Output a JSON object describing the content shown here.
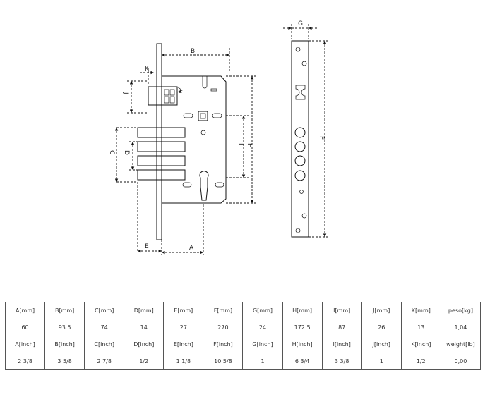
{
  "labels": {
    "A": "A",
    "B": "B",
    "C": "C",
    "D": "D",
    "E": "E",
    "F": "F",
    "G": "G",
    "H": "H",
    "I": "I",
    "J": "J",
    "K": "K"
  },
  "table": {
    "rows": [
      [
        "A[mm]",
        "B[mm]",
        "C[mm]",
        "D[mm]",
        "E[mm]",
        "F[mm]",
        "G[mm]",
        "H[mm]",
        "I[mm]",
        "J[mm]",
        "K[mm]",
        "peso[kg]"
      ],
      [
        "60",
        "93.5",
        "74",
        "14",
        "27",
        "270",
        "24",
        "172.5",
        "87",
        "26",
        "13",
        "1,04"
      ],
      [
        "A[inch]",
        "B[inch]",
        "C[inch]",
        "D[inch]",
        "E[inch]",
        "F[inch]",
        "G[inch]",
        "H[inch]",
        "I[inch]",
        "J[inch]",
        "K[inch]",
        "weight[lb]"
      ],
      [
        "2 3/8",
        "3 5/8",
        "2 7/8",
        "1/2",
        "1 1/8",
        "10 5/8",
        "1",
        "6 3/4",
        "3 3/8",
        "1",
        "1/2",
        "0,00"
      ]
    ]
  }
}
